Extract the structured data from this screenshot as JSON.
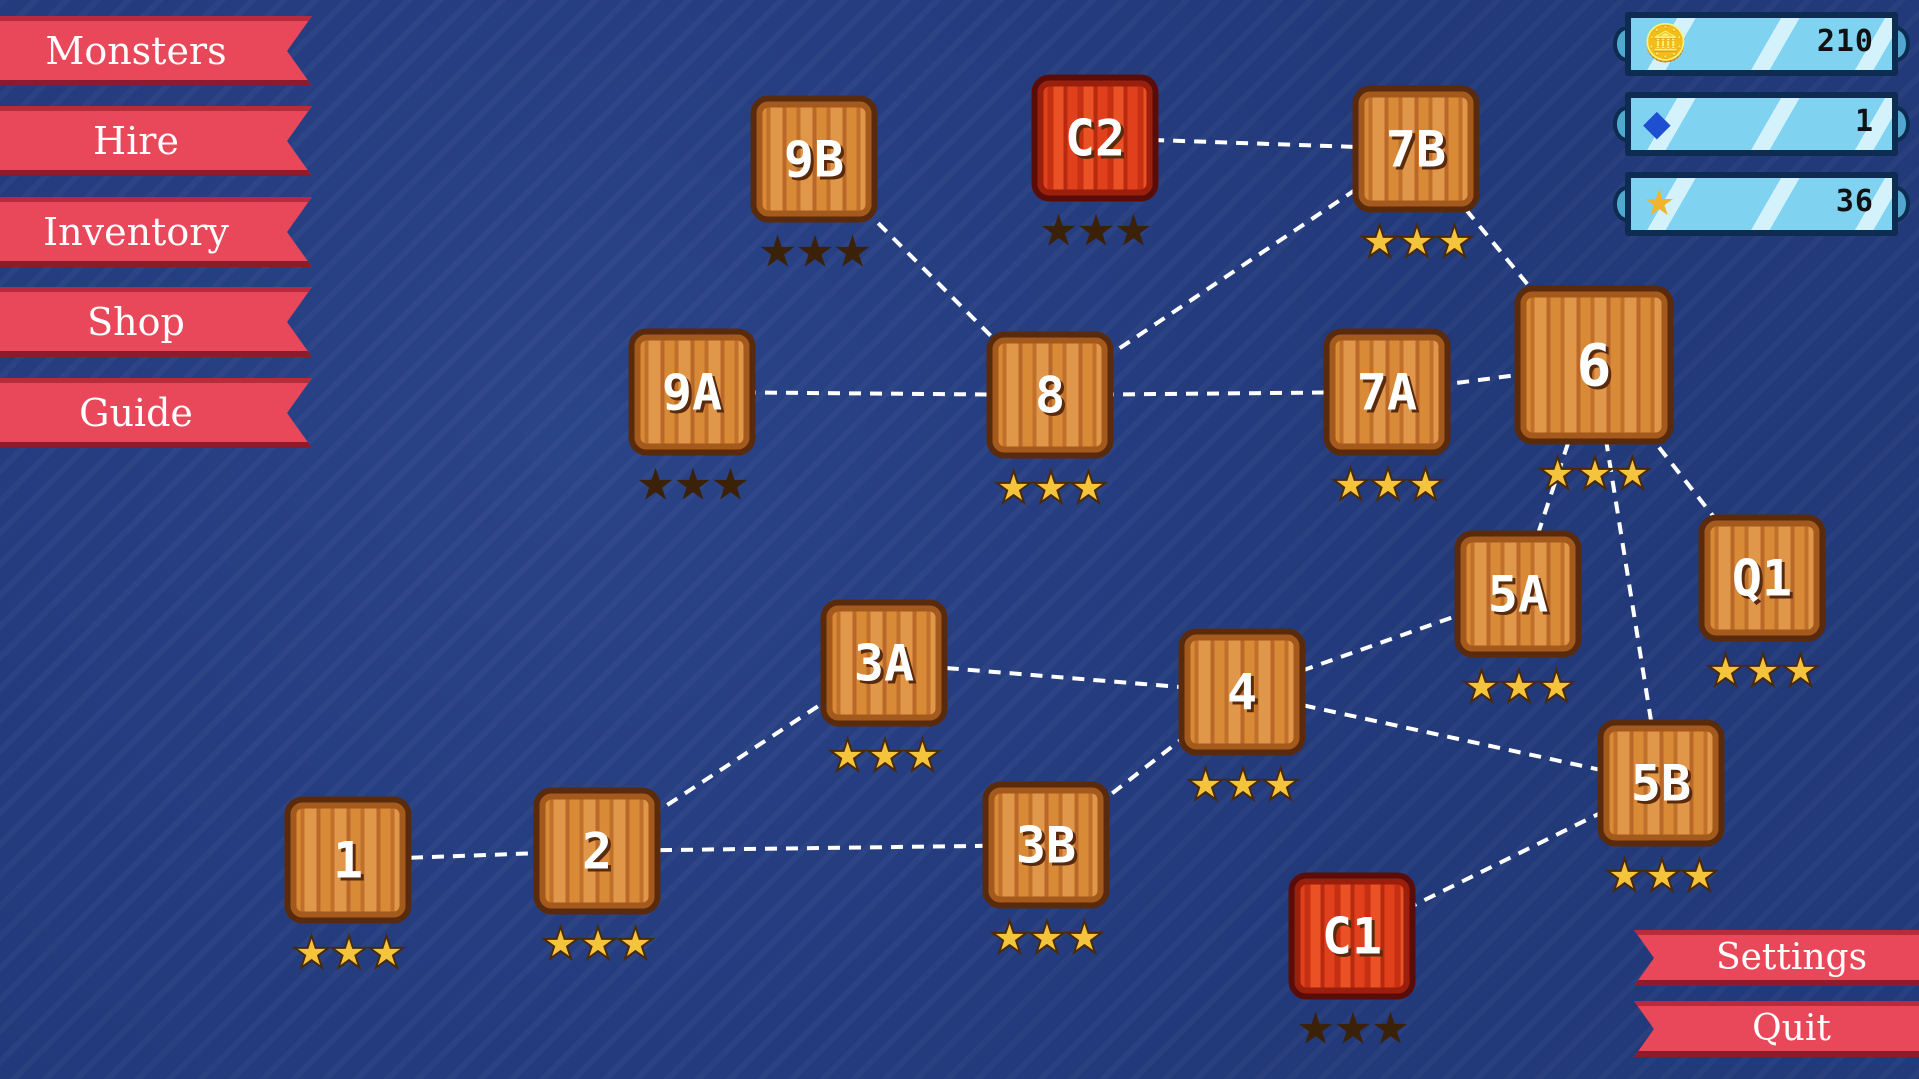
{
  "menu": [
    {
      "id": "monsters",
      "label": "Monsters"
    },
    {
      "id": "hire",
      "label": "Hire"
    },
    {
      "id": "inventory",
      "label": "Inventory"
    },
    {
      "id": "shop",
      "label": "Shop"
    },
    {
      "id": "guide",
      "label": "Guide"
    }
  ],
  "bottom_menu": [
    {
      "id": "settings",
      "label": "Settings"
    },
    {
      "id": "quit",
      "label": "Quit"
    }
  ],
  "currencies": [
    {
      "id": "coins",
      "icon": "coins-icon",
      "value": "210"
    },
    {
      "id": "gems",
      "icon": "gem-icon",
      "value": "1"
    },
    {
      "id": "stars",
      "icon": "star-icon",
      "value": "36"
    }
  ],
  "colors": {
    "earned_star": "#f3c43c",
    "empty_star": "#3b2108",
    "button": "#e9475a"
  },
  "levels": [
    {
      "id": "1",
      "label": "1",
      "stars": 3,
      "type": "wood"
    },
    {
      "id": "2",
      "label": "2",
      "stars": 3,
      "type": "wood"
    },
    {
      "id": "3A",
      "label": "3A",
      "stars": 3,
      "type": "wood"
    },
    {
      "id": "3B",
      "label": "3B",
      "stars": 3,
      "type": "wood"
    },
    {
      "id": "4",
      "label": "4",
      "stars": 3,
      "type": "wood"
    },
    {
      "id": "5A",
      "label": "5A",
      "stars": 3,
      "type": "wood"
    },
    {
      "id": "5B",
      "label": "5B",
      "stars": 3,
      "type": "wood"
    },
    {
      "id": "6",
      "label": "6",
      "stars": 3,
      "type": "wood"
    },
    {
      "id": "Q1",
      "label": "Q1",
      "stars": 3,
      "type": "wood"
    },
    {
      "id": "7A",
      "label": "7A",
      "stars": 3,
      "type": "wood"
    },
    {
      "id": "7B",
      "label": "7B",
      "stars": 3,
      "type": "wood"
    },
    {
      "id": "8",
      "label": "8",
      "stars": 3,
      "type": "wood"
    },
    {
      "id": "9A",
      "label": "9A",
      "stars": 0,
      "type": "wood"
    },
    {
      "id": "9B",
      "label": "9B",
      "stars": 0,
      "type": "wood"
    },
    {
      "id": "C1",
      "label": "C1",
      "stars": 0,
      "type": "challenge"
    },
    {
      "id": "C2",
      "label": "C2",
      "stars": 0,
      "type": "challenge"
    }
  ],
  "paths": [
    [
      "1",
      "2"
    ],
    [
      "2",
      "3A"
    ],
    [
      "2",
      "3B"
    ],
    [
      "3A",
      "4"
    ],
    [
      "3B",
      "4"
    ],
    [
      "4",
      "5A"
    ],
    [
      "4",
      "5B"
    ],
    [
      "5A",
      "6"
    ],
    [
      "5B",
      "6"
    ],
    [
      "6",
      "Q1"
    ],
    [
      "6",
      "7A"
    ],
    [
      "6",
      "7B"
    ],
    [
      "7A",
      "8"
    ],
    [
      "8",
      "9A"
    ],
    [
      "8",
      "9B"
    ],
    [
      "8",
      "7B"
    ],
    [
      "7B",
      "C2"
    ],
    [
      "5B",
      "C1"
    ]
  ]
}
